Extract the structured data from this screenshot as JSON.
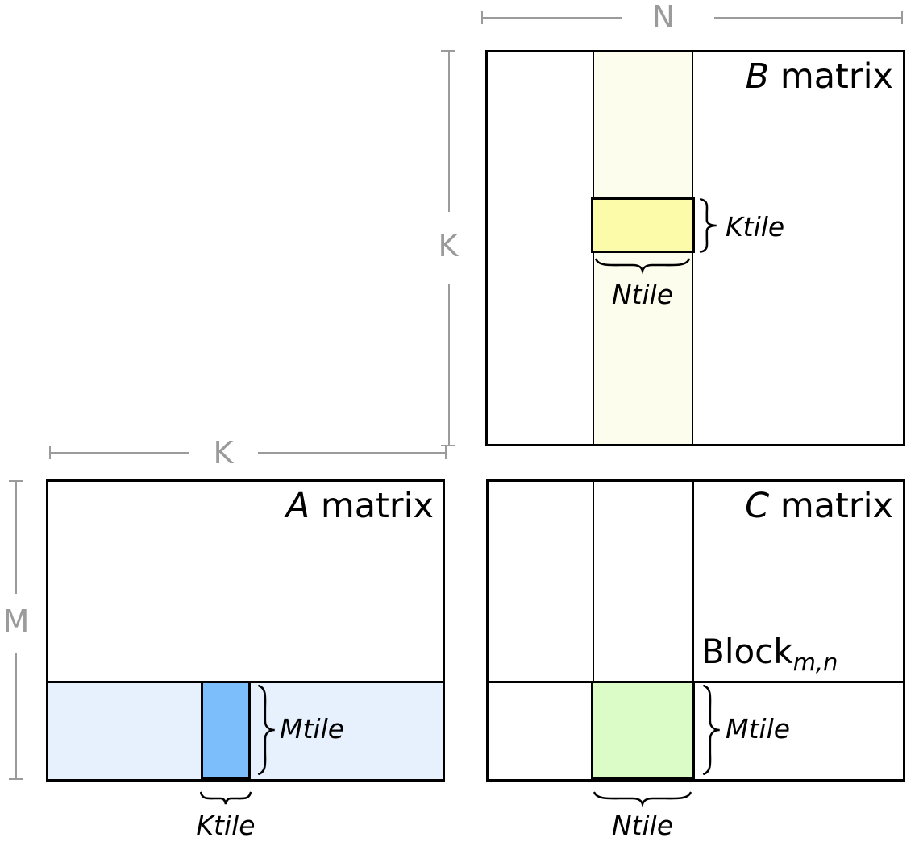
{
  "colors": {
    "band-ivory": "#fdfdee",
    "tile-yellow": "#fbfba9",
    "band-lightblue": "#e7f1fd",
    "tile-blue": "#7cbdfb",
    "tile-green": "#dcfcc7",
    "dim-gray": "#9b9b9b"
  },
  "dims": {
    "n": "N",
    "k_vertical": "K",
    "k_horizontal": "K",
    "m": "M"
  },
  "b_matrix": {
    "letter": "B",
    "word": " matrix",
    "ktile_label": "Ktile",
    "ntile_label": "Ntile"
  },
  "a_matrix": {
    "letter": "A",
    "word": " matrix",
    "mtile_label": "Mtile",
    "ktile_label": "Ktile"
  },
  "c_matrix": {
    "letter": "C",
    "word": " matrix",
    "block_base": "Block",
    "block_sub": "m,n",
    "mtile_label": "Mtile",
    "ntile_label": "Ntile"
  }
}
